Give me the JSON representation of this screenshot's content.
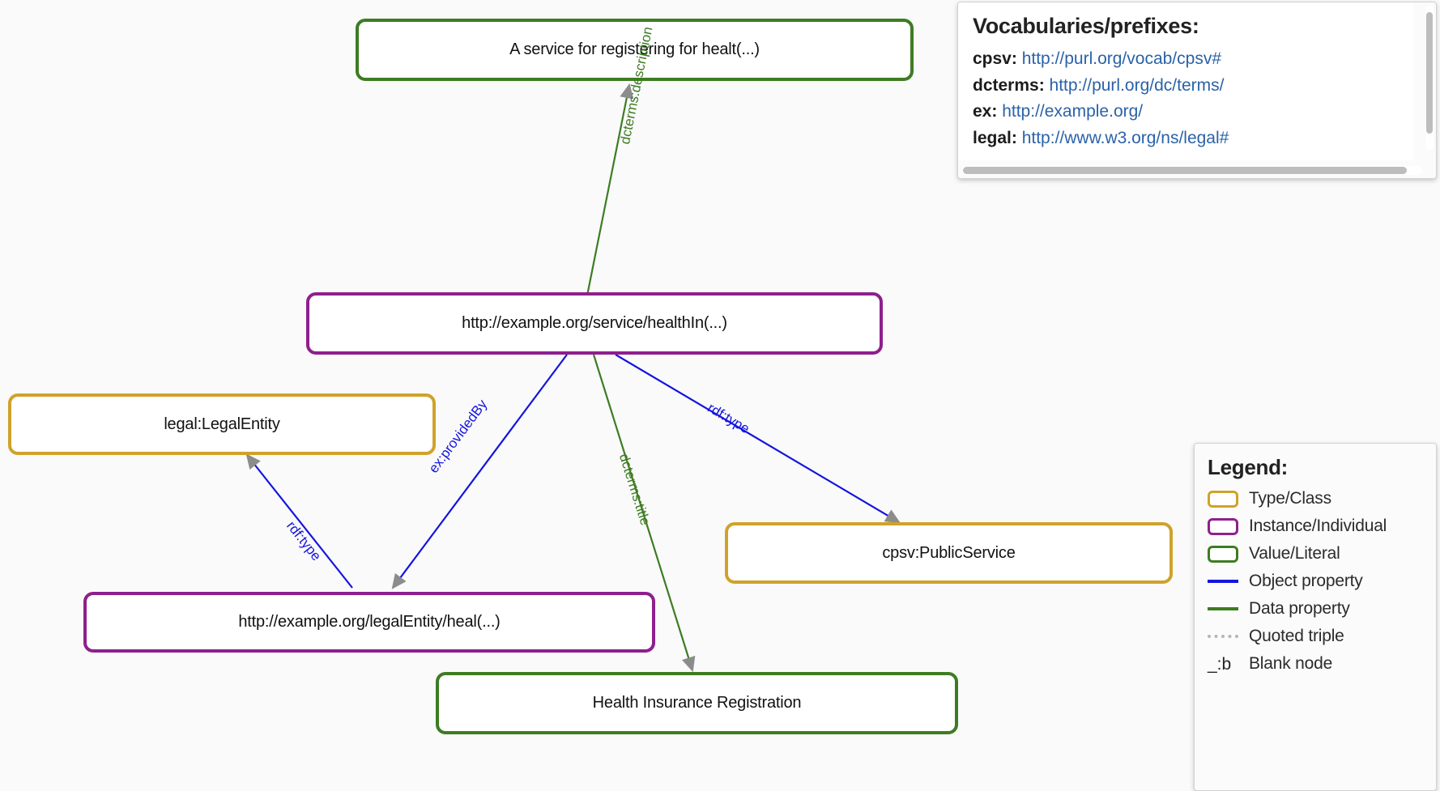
{
  "graph": {
    "nodes": [
      {
        "id": "literal-description",
        "label": "A service for registering for healt(...)",
        "kind": "literal"
      },
      {
        "id": "instance-service",
        "label": "http://example.org/service/healthIn(...)",
        "kind": "instance"
      },
      {
        "id": "class-legalentity",
        "label": "legal:LegalEntity",
        "kind": "klass"
      },
      {
        "id": "instance-legalentity",
        "label": "http://example.org/legalEntity/heal(...)",
        "kind": "instance"
      },
      {
        "id": "class-publicservice",
        "label": "cpsv:PublicService",
        "kind": "klass"
      },
      {
        "id": "literal-title",
        "label": "Health Insurance Registration",
        "kind": "literal"
      }
    ],
    "edges": [
      {
        "id": "edge-description",
        "label": "dcterms:description",
        "kind": "data",
        "from": "instance-service",
        "to": "literal-description"
      },
      {
        "id": "edge-title",
        "label": "dcterms:title",
        "kind": "data",
        "from": "instance-service",
        "to": "literal-title"
      },
      {
        "id": "edge-providedby",
        "label": "ex:providedBy",
        "kind": "object",
        "from": "instance-service",
        "to": "instance-legalentity"
      },
      {
        "id": "edge-rdftype-cpsv",
        "label": "rdf:type",
        "kind": "object",
        "from": "instance-service",
        "to": "class-publicservice"
      },
      {
        "id": "edge-rdftype-legal",
        "label": "rdf:type",
        "kind": "object",
        "from": "instance-legalentity",
        "to": "class-legalentity"
      }
    ]
  },
  "vocabularies": {
    "title": "Vocabularies/prefixes:",
    "entries": [
      {
        "prefix": "cpsv:",
        "uri": "http://purl.org/vocab/cpsv#"
      },
      {
        "prefix": "dcterms:",
        "uri": "http://purl.org/dc/terms/"
      },
      {
        "prefix": "ex:",
        "uri": "http://example.org/"
      },
      {
        "prefix": "legal:",
        "uri": "http://www.w3.org/ns/legal#"
      }
    ]
  },
  "legend": {
    "title": "Legend:",
    "items": [
      {
        "label": "Type/Class",
        "swatch": "box-class"
      },
      {
        "label": "Instance/Individual",
        "swatch": "box-instance"
      },
      {
        "label": "Value/Literal",
        "swatch": "box-literal"
      },
      {
        "label": "Object property",
        "swatch": "line-object"
      },
      {
        "label": "Data property",
        "swatch": "line-data"
      },
      {
        "label": "Quoted triple",
        "swatch": "line-dotted"
      },
      {
        "label": "Blank node",
        "swatch": "_:b"
      }
    ]
  },
  "colors": {
    "class": "#cfa22a",
    "instance": "#8e1f8e",
    "literal": "#3d7c22",
    "object_property": "#1414e0",
    "data_property": "#3d7c22",
    "arrowhead": "#8c8c8c",
    "link": "#2a62a8"
  }
}
